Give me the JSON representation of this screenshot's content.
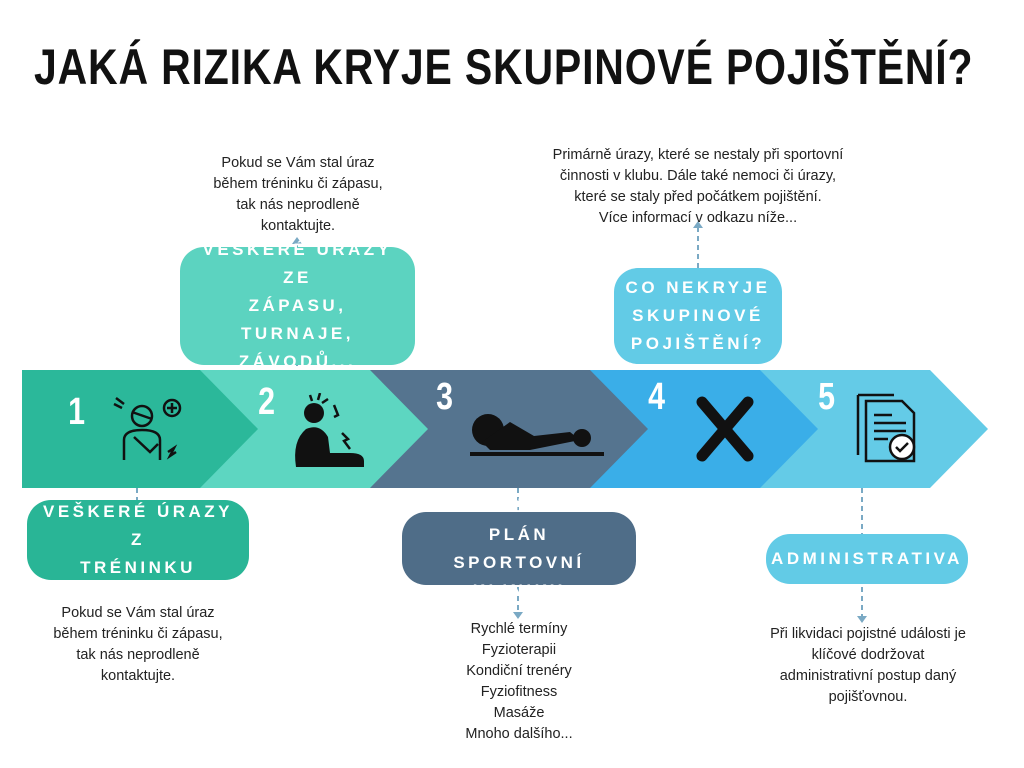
{
  "title": "JAKÁ RIZIKA KRYJE SKUPINOVÉ POJIŠTĚNÍ?",
  "colors": {
    "step1": "#2bb89a",
    "step2": "#5dd6c1",
    "step3": "#55748f",
    "step4": "#3aaee8",
    "step5": "#64cbe7",
    "pill1": "#29b596",
    "pill2": "#5cd3c0",
    "pill3": "#4f6d88",
    "pill4": "#62cbe6",
    "pill5": "#62cbe6"
  },
  "steps": [
    {
      "number": "1",
      "icon": "injured-person-icon"
    },
    {
      "number": "2",
      "icon": "pain-person-icon"
    },
    {
      "number": "3",
      "icon": "lying-person-icon"
    },
    {
      "number": "4",
      "icon": "cross-icon"
    },
    {
      "number": "5",
      "icon": "document-check-icon"
    }
  ],
  "pills": {
    "p1": [
      "VEŠKERÉ ÚRAZY Z",
      "TRÉNINKU"
    ],
    "p2": [
      "VEŠKERÉ ÚRAZY ZE",
      "ZÁPASU, TURNAJE,",
      "ZÁVODŮ..."
    ],
    "p3": [
      "CELÝ LÉČEBNÝ PLÁN",
      "SPORTOVNÍ KLINIKY"
    ],
    "p4": [
      "CO NEKRYJE",
      "SKUPINOVÉ",
      "POJIŠTĚNÍ?"
    ],
    "p5": [
      "ADMINISTRATIVA"
    ]
  },
  "texts": {
    "t1": [
      "Pokud se Vám stal úraz",
      "během tréninku či zápasu,",
      "tak nás neprodleně",
      "kontaktujte."
    ],
    "t2": [
      "Pokud se Vám stal úraz",
      "během tréninku či zápasu,",
      "tak nás neprodleně",
      "kontaktujte."
    ],
    "t3": [
      "Rychlé termíny",
      "Fyzioterapii",
      "Kondiční trenéry",
      "Fyziofitness",
      "Masáže",
      "Mnoho dalšího..."
    ],
    "t4": [
      "Primárně úrazy, které se nestaly při sportovní",
      "činnosti v klubu. Dále také nemoci či úrazy,",
      "které se staly před počátkem pojištění.",
      "Více informací v odkazu níže..."
    ],
    "t5": [
      "Při likvidaci pojistné události je",
      "klíčové dodržovat",
      "administrativní postup daný",
      "pojišťovnou."
    ]
  }
}
